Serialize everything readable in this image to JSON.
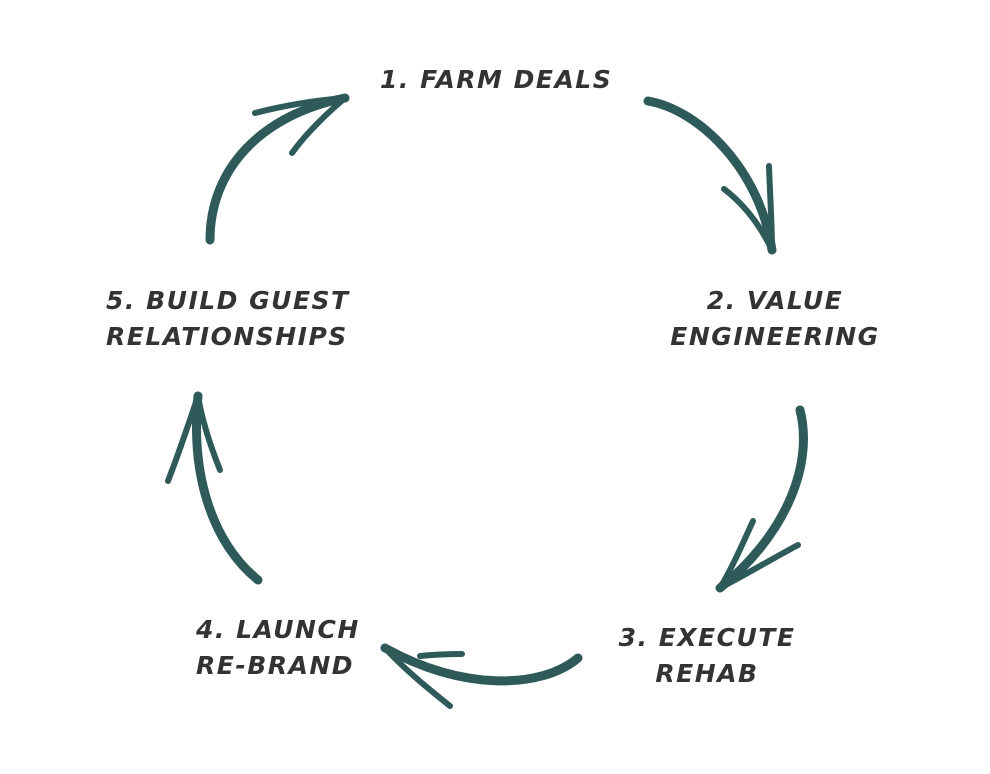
{
  "diagram": {
    "type": "cycle",
    "arrow_color": "#2e5a5a",
    "text_color": "#333333",
    "steps": [
      {
        "number": "1.",
        "lines": [
          "1. FARM DEALS"
        ]
      },
      {
        "number": "2.",
        "lines": [
          "2. VALUE",
          "ENGINEERING"
        ]
      },
      {
        "number": "3.",
        "lines": [
          "3. EXECUTE",
          "REHAB"
        ]
      },
      {
        "number": "4.",
        "lines": [
          "4. LAUNCH",
          "RE-BRAND"
        ]
      },
      {
        "number": "5.",
        "lines": [
          "5. BUILD GUEST",
          "RELATIONSHIPS"
        ]
      }
    ],
    "connections": [
      {
        "from": "1. FARM DEALS",
        "to": "2. VALUE ENGINEERING"
      },
      {
        "from": "2. VALUE ENGINEERING",
        "to": "3. EXECUTE REHAB"
      },
      {
        "from": "3. EXECUTE REHAB",
        "to": "4. LAUNCH RE-BRAND"
      },
      {
        "from": "4. LAUNCH RE-BRAND",
        "to": "5. BUILD GUEST RELATIONSHIPS"
      },
      {
        "from": "5. BUILD GUEST RELATIONSHIPS",
        "to": "1. FARM DEALS"
      }
    ]
  }
}
